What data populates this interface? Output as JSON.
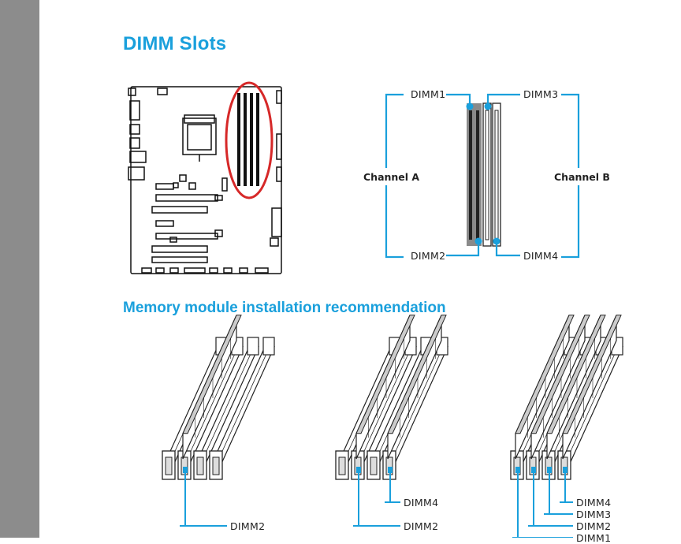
{
  "section_title": "DIMM Slots",
  "subsection_title": "Memory module installation recommendation",
  "slot_diagram": {
    "dimm1": "DIMM1",
    "dimm2": "DIMM2",
    "dimm3": "DIMM3",
    "dimm4": "DIMM4",
    "channel_a": "Channel A",
    "channel_b": "Channel B"
  },
  "configs": [
    {
      "labels": [
        "DIMM2"
      ]
    },
    {
      "labels": [
        "DIMM4",
        "DIMM2"
      ]
    },
    {
      "labels": [
        "DIMM4",
        "DIMM3",
        "DIMM2",
        "DIMM1"
      ]
    }
  ],
  "colors": {
    "accent": "#1aa0dc",
    "highlight": "#d62828",
    "sidebar": "#8c8c8c"
  }
}
